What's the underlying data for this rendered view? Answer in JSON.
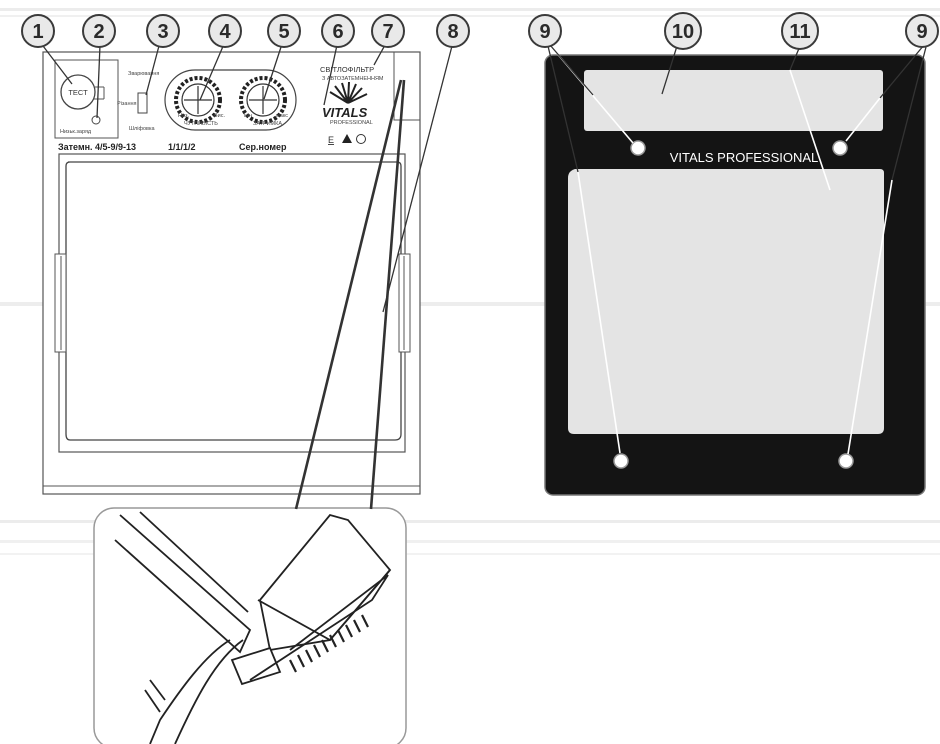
{
  "callouts": [
    "1",
    "2",
    "3",
    "4",
    "5",
    "6",
    "7",
    "8",
    "9",
    "10",
    "11",
    "9"
  ],
  "front": {
    "test_button": "ТЕСТ",
    "mode_weld": "Зварювання",
    "mode_cut": "Різання",
    "mode_grind": "Шліфовка",
    "low_charge": "Низьк.заряд",
    "knob1_min": "Низ.",
    "knob1_max": "Вис.",
    "knob1_label": "ЧУТЛИВІСТЬ",
    "knob2_min": "мін",
    "knob2_max": "макс",
    "knob2_label": "ЗАТРИМКА",
    "title": "СВІТЛОФІЛЬТР",
    "subtitle": "З АВТОЗАТЕМНЕННЯМ",
    "brand": "VITALS",
    "brand_sub": "PROFESSIONAL",
    "shade": "Затемн. 4/5-9/9-13",
    "class": "1/1/1/2",
    "serial": "Сер.номер",
    "cert_mark": "E"
  },
  "back": {
    "brand": "VITALS PROFESSIONAL"
  },
  "colors": {
    "panel_dark": "#141414",
    "window_light": "#e4e4e4",
    "callout_fill": "#e9e9e9"
  },
  "icons": [
    "warning-triangle-icon",
    "battery-recycle-icon"
  ]
}
